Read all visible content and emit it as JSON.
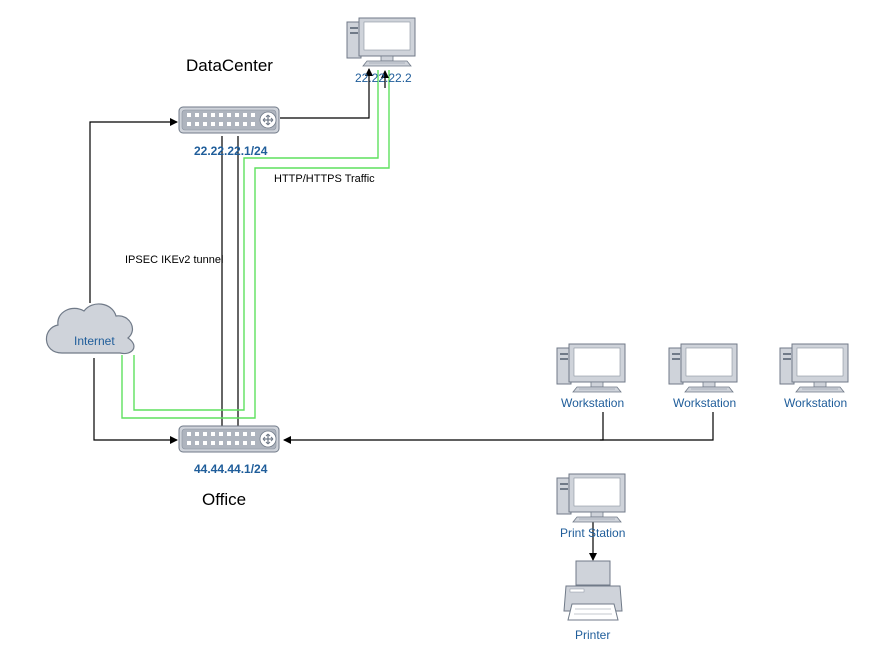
{
  "datacenter": {
    "title": "DataCenter",
    "router_ip": "22.22.22.1/24",
    "server_ip": "22.22.22.2"
  },
  "office": {
    "title": "Office",
    "router_ip": "44.44.44.1/24"
  },
  "internet": {
    "label": "Internet"
  },
  "links": {
    "tunnel_label": "IPSEC IKEv2 tunnel",
    "traffic_label": "HTTP/HTTPS Traffic"
  },
  "workstations": [
    {
      "label": "Workstation"
    },
    {
      "label": "Workstation"
    },
    {
      "label": "Workstation"
    }
  ],
  "print_station": {
    "label": "Print Station"
  },
  "printer": {
    "label": "Printer"
  },
  "colors": {
    "device_fill": "#cfd3da",
    "device_stroke": "#707a88",
    "label_blue": "#1f5d9a",
    "traffic_green": "#5fe05f",
    "line_black": "#000000"
  }
}
